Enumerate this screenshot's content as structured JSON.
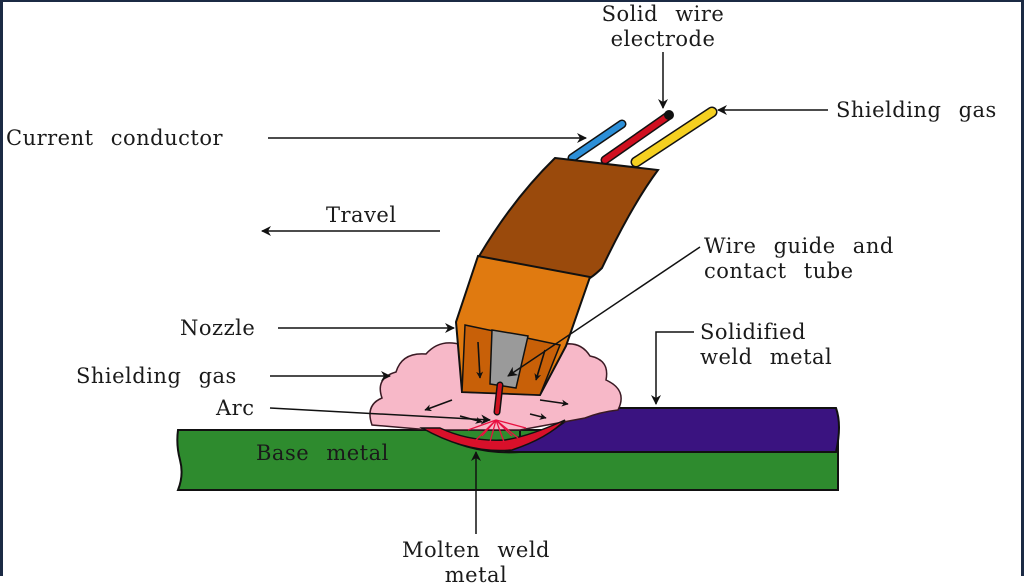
{
  "labels": {
    "solid_wire_line1": "Solid wire",
    "solid_wire_line2": "electrode",
    "shielding_gas_top": "Shielding gas",
    "current_conductor": "Current conductor",
    "travel": "Travel",
    "wire_guide_line1": "Wire guide and",
    "wire_guide_line2": "contact tube",
    "nozzle": "Nozzle",
    "solidified_line1": "Solidified",
    "solidified_line2": "weld metal",
    "shielding_gas_left": "Shielding gas",
    "arc": "Arc",
    "base_metal": "Base metal",
    "molten_line1": "Molten weld",
    "molten_line2": "metal"
  },
  "colors": {
    "frame": "#1b2a44",
    "base_metal": "#2e8b2e",
    "solidified_weld": "#3a1380",
    "molten_weld": "#d8102a",
    "torch_body": "#9a4a0c",
    "nozzle": "#e07a10",
    "contact_tube": "#9a9a9a",
    "shielding_gas": "#f7b8c8",
    "wire_blue": "#2c8fd8",
    "wire_red": "#d01020",
    "wire_yellow": "#f5d020"
  }
}
